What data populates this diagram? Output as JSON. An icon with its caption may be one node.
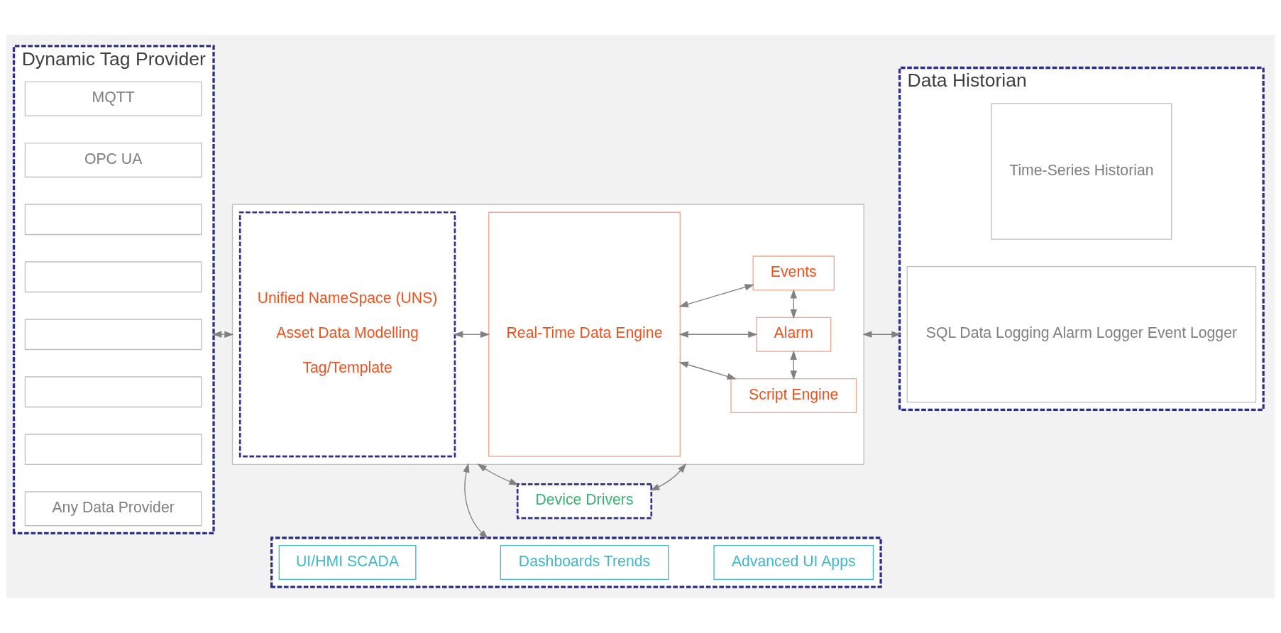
{
  "diagram": {
    "nodes": [
      {
        "text": [],
        "shape": "box"
      },
      {
        "text": [
          "UI/HMI SCADA"
        ],
        "in": 0
      },
      {
        "text": [
          "Dashboards Trends"
        ],
        "in": 0
      },
      {
        "text": [
          "Advanced UI Apps"
        ],
        "in": 0
      },
      {
        "text": [
          "Dynamic Tag Provider"
        ]
      },
      {
        "text": [
          "MQTT"
        ],
        "in": 4
      },
      {
        "text": [
          "OPC UA"
        ],
        "in": 4
      },
      {
        "text": [],
        "shape": "box",
        "in": 4
      },
      {
        "text": [],
        "shape": "box",
        "in": 4
      },
      {
        "text": [],
        "shape": "box",
        "in": 4
      },
      {
        "text": [],
        "shape": "box",
        "in": 4
      },
      {
        "text": [],
        "shape": "box",
        "in": 4
      },
      {
        "text": [
          "Any Data Provider"
        ],
        "in": 4
      },
      {
        "text": [],
        "shape": "box"
      },
      {
        "text": [
          "Unified NameSpace (UNS)",
          "Asset Data Modelling",
          "Tag/Template"
        ],
        "in": 13
      },
      {
        "text": [
          "Real-Time Data Engine"
        ],
        "in": 13
      },
      {
        "text": [
          "Script Engine"
        ],
        "in": 13
      },
      {
        "text": [
          "Alarm"
        ],
        "in": 13
      },
      {
        "text": [
          "Events"
        ],
        "in": 13
      },
      {
        "text": [
          "Data Historian"
        ]
      },
      {
        "text": [
          "Time-Series Historian"
        ],
        "in": 19
      },
      {
        "text": [
          "SQL Data Logging Alarm Logger Event Logger"
        ],
        "in": 19
      },
      {
        "text": [
          "Device Drivers"
        ]
      }
    ],
    "edges": [
      {
        "from": 0,
        "to": 13,
        "arrow": "both"
      },
      {
        "from": 4,
        "to": 13,
        "arrow": "both"
      },
      {
        "from": 14,
        "to": 15,
        "arrow": "both"
      },
      {
        "from": 15,
        "to": 16,
        "arrow": "both"
      },
      {
        "from": 15,
        "to": 17,
        "arrow": "both"
      },
      {
        "from": 15,
        "to": 18,
        "arrow": "both"
      },
      {
        "from": 16,
        "to": 17,
        "arrow": "both"
      },
      {
        "from": 17,
        "to": 18,
        "arrow": "both"
      },
      {
        "from": 13,
        "to": 19,
        "arrow": "both"
      },
      {
        "from": 13,
        "to": 22,
        "arrow": "both"
      },
      {
        "from": 13,
        "to": 22,
        "arrow": "both"
      }
    ]
  }
}
